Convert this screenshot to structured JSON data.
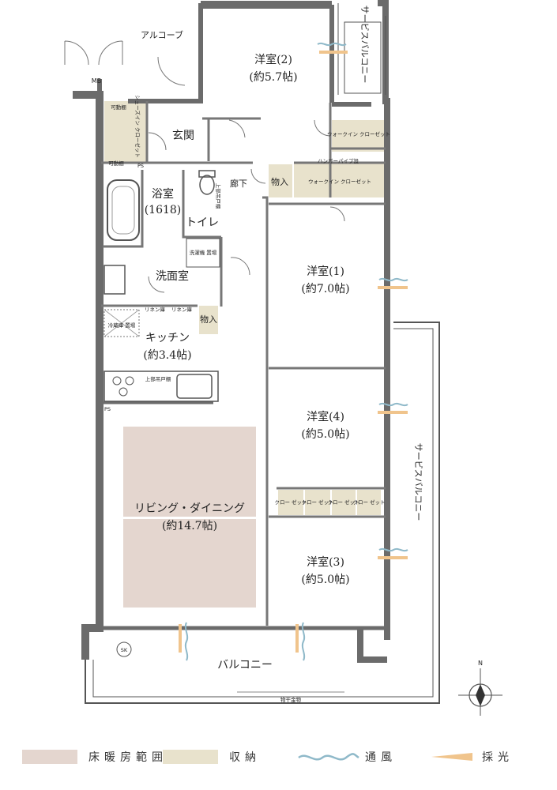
{
  "rooms": {
    "alcove": "アルコーブ",
    "mb": "MB",
    "western2": "洋室(2)",
    "western2_size": "(約5.7帖)",
    "entrance": "玄関",
    "shoe_closet": "シューズイン クローゼット",
    "movable_shelf": "可動棚",
    "ps": "PS",
    "wic1": "ウォークイン クローゼット",
    "hanger_pipe": "ハンガーパイプ設",
    "wic2": "ウォークイン クローゼット",
    "storage": "物入",
    "corridor": "廊下",
    "bath": "浴室",
    "bath_size": "(1618)",
    "toilet": "トイレ",
    "upper_cabinet": "上部吊戸棚",
    "washer": "洗濯機 置場",
    "washroom": "洗面室",
    "linen": "リネン庫",
    "fridge": "冷蔵庫 置場",
    "kitchen": "キッチン",
    "kitchen_size": "(約3.4帖)",
    "western1": "洋室(1)",
    "western1_size": "(約7.0帖)",
    "western4": "洋室(4)",
    "western4_size": "(約5.0帖)",
    "closet": "クロー ゼット",
    "living": "リビング・ダイニング",
    "living_size": "(約14.7帖)",
    "western3": "洋室(3)",
    "western3_size": "(約5.0帖)",
    "service_balcony_top": "サービスバルコニー",
    "service_balcony_right": "サービスバルコニー",
    "balcony": "バルコニー",
    "clothes_hanger": "物干金物",
    "sk": "SK",
    "north": "N"
  },
  "legend": {
    "floor_heating": "床暖房範囲",
    "storage": "収納",
    "ventilation": "通風",
    "lighting": "採光"
  },
  "colors": {
    "floor_heating": "#e4d6cf",
    "storage": "#e8e2cc",
    "wall": "#6b6b6b",
    "ventilation": "#8fb9c9",
    "lighting": "#f0c48c"
  }
}
